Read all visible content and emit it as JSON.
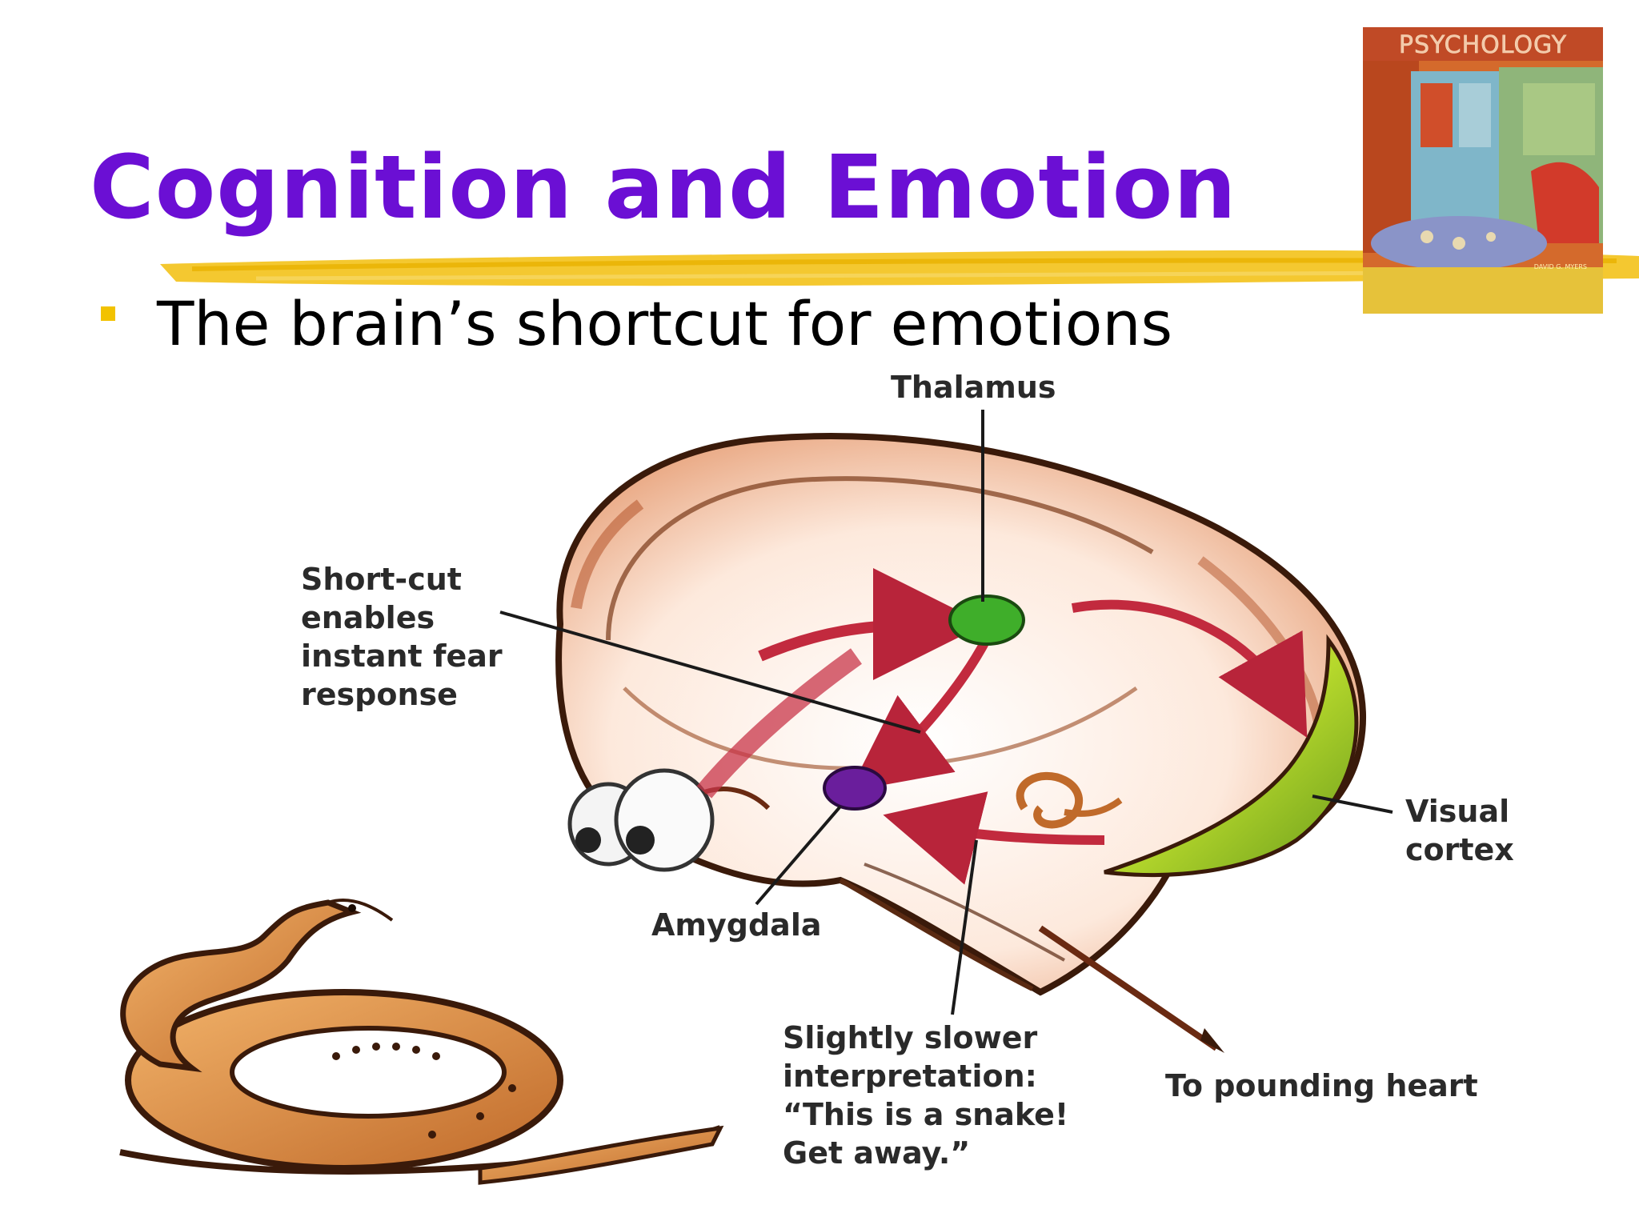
{
  "slide": {
    "title": "Cognition and Emotion",
    "bullet": "The brain’s shortcut for emotions"
  },
  "book_cover": {
    "title": "PSYCHOLOGY",
    "author": "DAVID G. MYERS"
  },
  "diagram": {
    "labels": {
      "thalamus": "Thalamus",
      "shortcut": "Short-cut\nenables\ninstant fear\nresponse",
      "amygdala": "Amygdala",
      "visual_cortex": "Visual\ncortex",
      "slower": "Slightly slower\ninterpretation:\n“This is a snake!\nGet away.”",
      "heart": "To pounding heart"
    }
  },
  "colors": {
    "title": "#6b0fd4",
    "bullet": "#f2c200",
    "thalamus_dot": "#3fae2a",
    "amygdala_dot": "#6a1e9c",
    "arrow": "#c22a3e",
    "visual_cortex": "#9bcf1e"
  }
}
